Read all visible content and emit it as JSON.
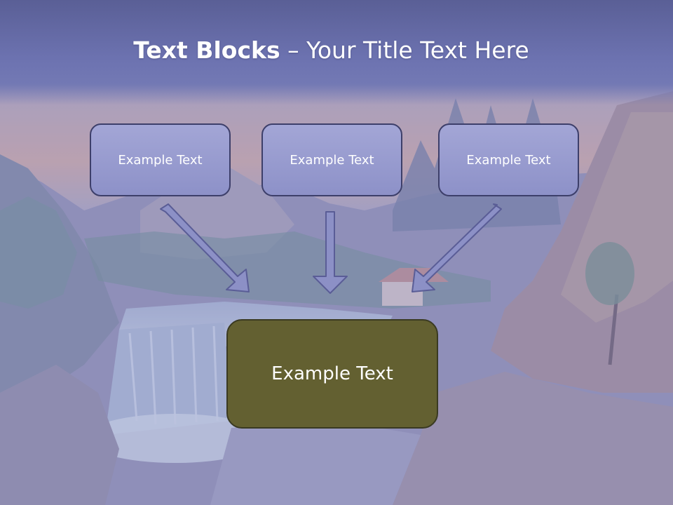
{
  "slide": {
    "title_bold": "Text Blocks",
    "title_dash": " – ",
    "title_rest": "Your Title Text Here"
  },
  "blocks": [
    {
      "label": "Example Text"
    },
    {
      "label": "Example Text"
    },
    {
      "label": "Example Text"
    }
  ],
  "target_block": {
    "label": "Example Text"
  },
  "colors": {
    "title_band": "#6c72b0",
    "small_block_fill": "#9599cc",
    "target_block_fill": "#636031",
    "arrow_fill": "#8c90c6"
  }
}
